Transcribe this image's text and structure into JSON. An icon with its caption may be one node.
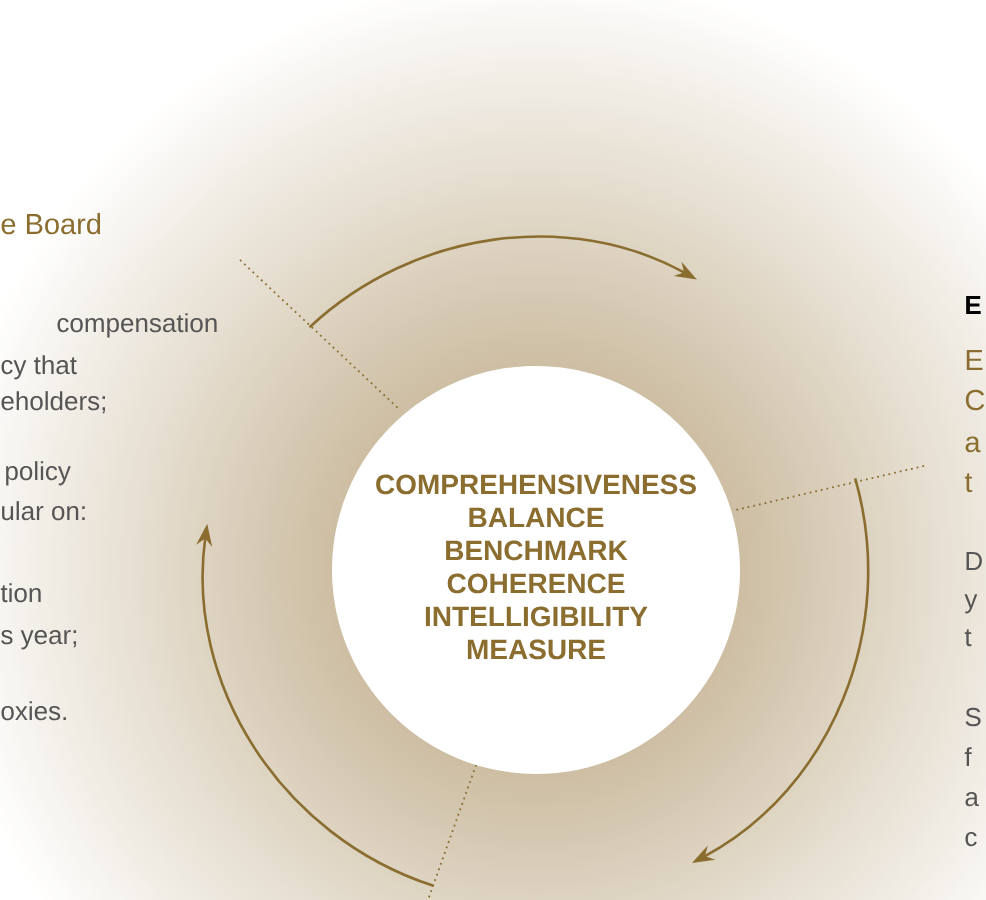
{
  "diagram": {
    "nodes": [
      {
        "text": [
          "COMPREHENSIVENESS",
          "BALANCE",
          "BENCHMARK",
          "COHERENCE",
          "INTELLIGIBILITY",
          "MEASURE"
        ]
      }
    ],
    "labels": [
      "e Board",
      "compensation",
      "cy that",
      "eholders;",
      "policy",
      "ular on:",
      "tion",
      "s year;",
      "oxies.",
      "E",
      "E",
      "C",
      "a",
      "t",
      "D",
      "y",
      "t",
      "S",
      "f",
      "a",
      "c"
    ]
  }
}
